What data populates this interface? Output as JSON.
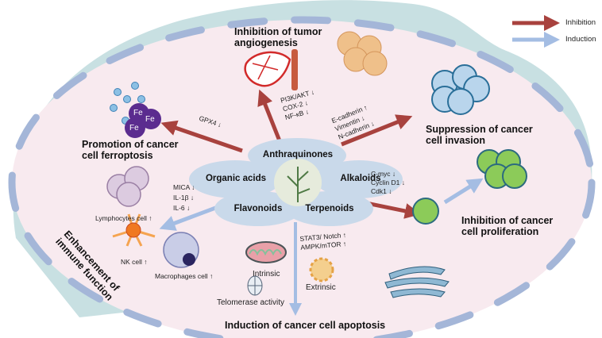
{
  "legend": [
    {
      "label": "Inhibition",
      "color": "#a8423e"
    },
    {
      "label": "Induction",
      "color": "#a4bde3"
    }
  ],
  "center": {
    "icon": "herb-plant-icon",
    "petals": [
      "Anthraquinones",
      "Organic acids",
      "Alkaloids",
      "Flavonoids",
      "Terpenoids"
    ]
  },
  "effects": {
    "angiogenesis": {
      "title_1": "Inhibition of tumor",
      "title_2": "angiogenesis",
      "markers": [
        "PI3K/AKT ↓",
        "COX-2 ↓",
        "NF-κB ↓"
      ],
      "type": "Inhibition"
    },
    "invasion": {
      "title_1": "Suppression of cancer",
      "title_2": "cell invasion",
      "markers": [
        "E-cadherin ↑",
        "Vimentin ↓",
        "N-cadherin ↓"
      ],
      "type": "Inhibition"
    },
    "ferroptosis": {
      "title_1": "Promotion of cancer",
      "title_2": "cell ferroptosis",
      "markers": [
        "GPX4 ↓"
      ],
      "fe": [
        "Fe",
        "Fe",
        "Fe"
      ],
      "type": "Inhibition"
    },
    "proliferation": {
      "title_1": "Inhibition of cancer",
      "title_2": "cell proliferation",
      "markers": [
        "C-myc ↓",
        "Cyclin D1 ↓",
        "Cdk1 ↓"
      ],
      "type": "Inhibition"
    },
    "immune": {
      "title_1": "Enhancement of",
      "title_2": "immune function",
      "markers": [
        "MICA ↓",
        "IL-1β ↓",
        "IL-6 ↓"
      ],
      "cells": [
        "Lymphocytes cell ↑",
        "NK cell ↑",
        "Macrophages cell ↑"
      ],
      "type": "Induction"
    },
    "apoptosis": {
      "title": "Induction of cancer cell apoptosis",
      "markers": [
        "STAT3/ Notch ↑",
        "AMPK/mTOR ↑"
      ],
      "labels": [
        "Intrinsic",
        "Extrinsic",
        "Telomerase activity"
      ],
      "type": "Induction"
    }
  }
}
